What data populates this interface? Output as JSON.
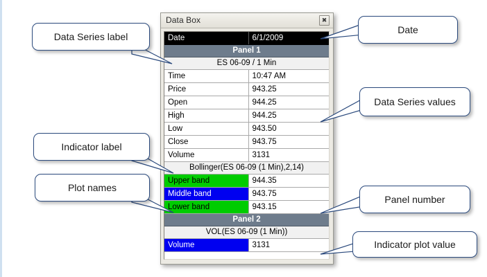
{
  "page": {
    "background": "#ffffff",
    "accent_border": "#2b4a7d"
  },
  "dialog": {
    "title": "Data Box",
    "close_icon": "✖",
    "colors": {
      "panel_header_bg": "#6e7c8c",
      "date_row_bg": "#000000",
      "plot_green": "#00cc00",
      "plot_blue": "#0000f0"
    },
    "rows": [
      {
        "kind": "date",
        "label": "Date",
        "value": "6/1/2009"
      },
      {
        "kind": "panel",
        "label": "Panel 1"
      },
      {
        "kind": "series",
        "label": "ES 06-09 / 1 Min"
      },
      {
        "kind": "data",
        "label": "Time",
        "value": "10:47 AM"
      },
      {
        "kind": "data",
        "label": "Price",
        "value": "943.25"
      },
      {
        "kind": "data",
        "label": "Open",
        "value": "944.25"
      },
      {
        "kind": "data",
        "label": "High",
        "value": "944.25"
      },
      {
        "kind": "data",
        "label": "Low",
        "value": "943.50"
      },
      {
        "kind": "data",
        "label": "Close",
        "value": "943.75"
      },
      {
        "kind": "data",
        "label": "Volume",
        "value": "3131"
      },
      {
        "kind": "indicator",
        "label": "Bollinger(ES 06-09 (1 Min),2,14)"
      },
      {
        "kind": "plot",
        "label": "Upper band",
        "value": "944.35",
        "swatch": "green"
      },
      {
        "kind": "plot",
        "label": "Middle band",
        "value": "943.75",
        "swatch": "blue"
      },
      {
        "kind": "plot",
        "label": "Lower band",
        "value": "943.15",
        "swatch": "green"
      },
      {
        "kind": "panel",
        "label": "Panel 2"
      },
      {
        "kind": "indicator",
        "label": "VOL(ES 06-09 (1 Min))"
      },
      {
        "kind": "plot",
        "label": "Volume",
        "value": "3131",
        "swatch": "blue"
      }
    ]
  },
  "callouts": [
    {
      "id": "data-series-label",
      "text": "Data Series label"
    },
    {
      "id": "indicator-label",
      "text": "Indicator label"
    },
    {
      "id": "plot-names",
      "text": "Plot names"
    },
    {
      "id": "date",
      "text": "Date"
    },
    {
      "id": "data-series-values",
      "text": "Data Series values"
    },
    {
      "id": "panel-number",
      "text": "Panel number"
    },
    {
      "id": "indicator-plot-value",
      "text": "Indicator plot value"
    }
  ]
}
